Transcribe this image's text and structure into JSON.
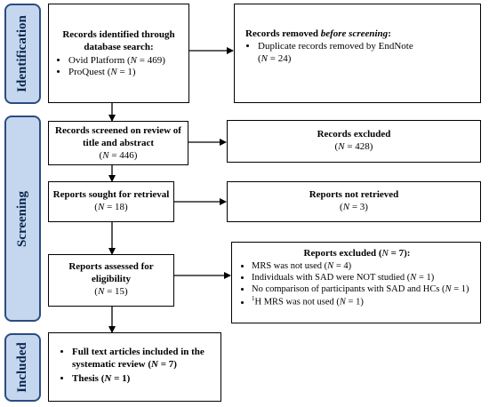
{
  "stages": {
    "identification": "Identification",
    "screening": "Screening",
    "included": "Included"
  },
  "box_identified": {
    "title": "Records identified through database search:",
    "items": [
      {
        "label": "Ovid Platform (",
        "n": "N",
        "value": " = 469)"
      },
      {
        "label": "ProQuest (",
        "n": "N",
        "value": " = 1)"
      }
    ]
  },
  "box_removed": {
    "title_a": "Records removed ",
    "title_b": "before screening",
    "title_c": ":",
    "item_label": "Duplicate records removed by EndNote",
    "item_n": "N",
    "item_value": " = 24)",
    "item_open": "("
  },
  "box_screened": {
    "title": "Records screened on review of title and abstract",
    "open": "(",
    "n": "N",
    "value": " = 446)"
  },
  "box_excluded": {
    "title": "Records excluded",
    "open": "(",
    "n": "N",
    "value": " = 428)"
  },
  "box_sought": {
    "title": "Reports sought for retrieval",
    "open": "(",
    "n": "N",
    "value": " = 18)"
  },
  "box_not_retrieved": {
    "title": "Reports not retrieved",
    "open": "(",
    "n": "N",
    "value": " = 3)"
  },
  "box_assessed": {
    "title": "Reports assessed for eligibility",
    "open": "(",
    "n": "N",
    "value": " = 15)"
  },
  "box_reports_excluded": {
    "title": "Reports excluded (",
    "n": "N",
    "value": " = 7):",
    "items": [
      {
        "label": "MRS was not used (",
        "n": "N",
        "value": " = 4)"
      },
      {
        "label": "Individuals with SAD were NOT studied (",
        "n": "N",
        "value": " = 1)"
      },
      {
        "label": "No comparison of participants with SAD and HCs (",
        "n": "N",
        "value": " = 1)"
      },
      {
        "sup": "1",
        "label": "H MRS was not used (",
        "n": "N",
        "value": " = 1)"
      }
    ]
  },
  "box_included": {
    "item1_label": "Full text articles included in the systematic review (",
    "item1_n": "N",
    "item1_value": " = 7)",
    "item2_label": "Thesis (",
    "item2_n": "N",
    "item2_value": " = 1)"
  }
}
